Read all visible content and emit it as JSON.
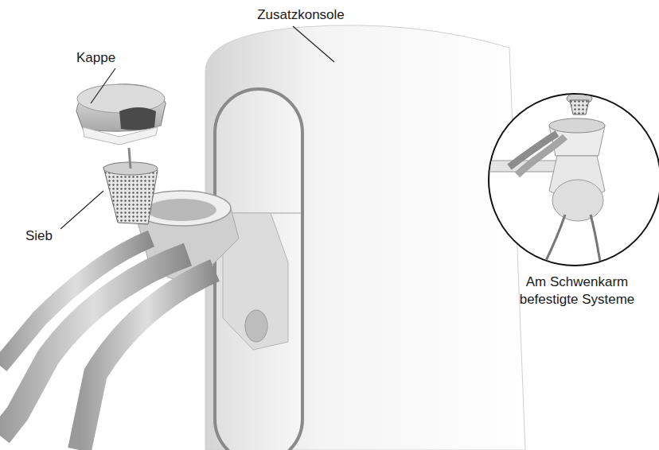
{
  "diagram": {
    "labels": [
      "Zusatzkonsole",
      "Kappe",
      "Sieb",
      "Am Schwenkarm befestigte Systeme"
    ]
  }
}
